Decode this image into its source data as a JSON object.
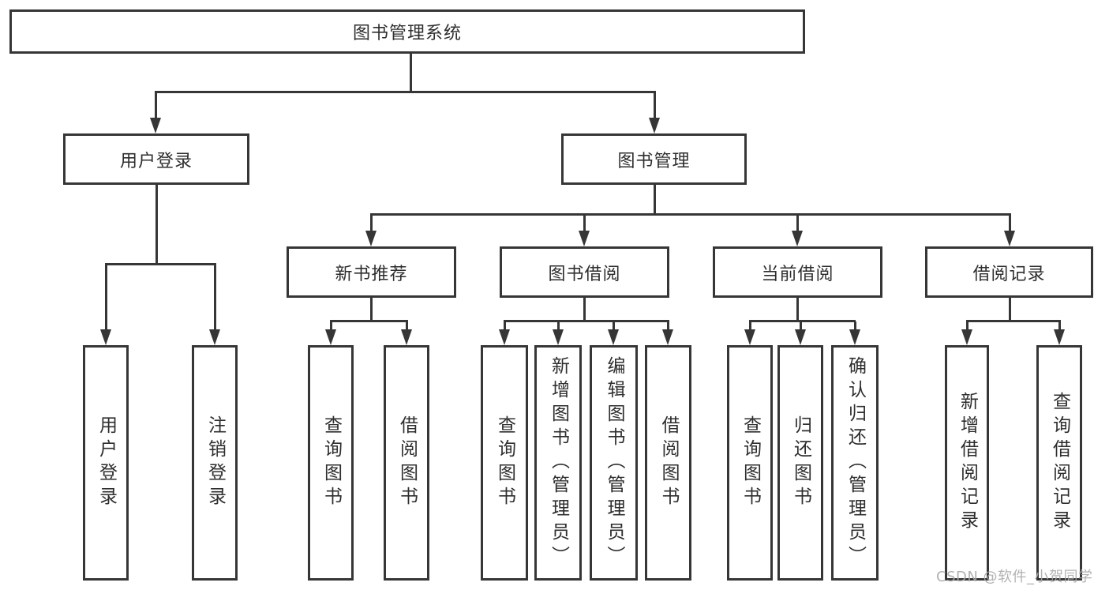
{
  "diagram_title": "图书管理系统",
  "nodes": {
    "root": "图书管理系统",
    "level2": [
      "用户登录",
      "图书管理"
    ],
    "level3": [
      "新书推荐",
      "图书借阅",
      "当前借阅",
      "借阅记录"
    ],
    "leaves_user": [
      "用户登录",
      "注销登录"
    ],
    "leaves_newbook": [
      "查询图书",
      "借阅图书"
    ],
    "leaves_borrow": [
      "查询图书",
      "新增图书（管理员）",
      "编辑图书（管理员）",
      "借阅图书"
    ],
    "leaves_current": [
      "查询图书",
      "归还图书",
      "确认归还（管理员）"
    ],
    "leaves_record": [
      "新增借阅记录",
      "查询借阅记录"
    ]
  },
  "watermark": "CSDN @软件_小贺同学",
  "colors": {
    "line": "#363636",
    "box_border": "#363636",
    "box_fill": "#ffffff",
    "text": "#2e2e2e",
    "watermark": "#aaaaaa",
    "background": "#ffffff"
  }
}
